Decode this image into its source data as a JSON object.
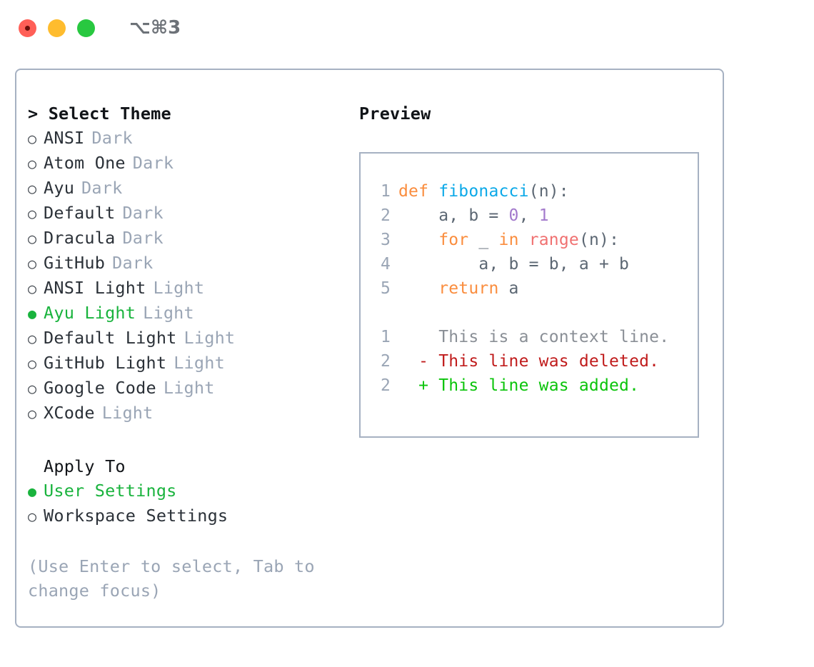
{
  "titlebar": {
    "shortcut": "⌥⌘3",
    "lights": [
      {
        "name": "close",
        "color": "#ff5f57"
      },
      {
        "name": "minimize",
        "color": "#febc2e"
      },
      {
        "name": "maximize",
        "color": "#28c840"
      }
    ]
  },
  "theme_picker": {
    "title": "> Select Theme",
    "bullet_selected": "●",
    "bullet_unselected": "○",
    "selected_color": "#19b33d",
    "muted_color": "#9aa5b5",
    "options": [
      {
        "label": "ANSI",
        "kind": "Dark",
        "selected": false
      },
      {
        "label": "Atom One",
        "kind": "Dark",
        "selected": false
      },
      {
        "label": "Ayu",
        "kind": "Dark",
        "selected": false
      },
      {
        "label": "Default",
        "kind": "Dark",
        "selected": false
      },
      {
        "label": "Dracula",
        "kind": "Dark",
        "selected": false
      },
      {
        "label": "GitHub",
        "kind": "Dark",
        "selected": false
      },
      {
        "label": "ANSI Light",
        "kind": "Light",
        "selected": false
      },
      {
        "label": "Ayu Light",
        "kind": "Light",
        "selected": true
      },
      {
        "label": "Default Light",
        "kind": "Light",
        "selected": false
      },
      {
        "label": "GitHub Light",
        "kind": "Light",
        "selected": false
      },
      {
        "label": "Google Code",
        "kind": "Light",
        "selected": false
      },
      {
        "label": "XCode",
        "kind": "Light",
        "selected": false
      }
    ]
  },
  "apply_to": {
    "title": "Apply To",
    "options": [
      {
        "label": "User Settings",
        "selected": true
      },
      {
        "label": "Workspace Settings",
        "selected": false
      }
    ]
  },
  "hint": "(Use Enter to select, Tab to change focus)",
  "preview": {
    "title": "Preview",
    "code_lines": [
      {
        "lineno": "1",
        "tokens": [
          {
            "text": "def ",
            "type": "kw"
          },
          {
            "text": "fibonacci",
            "type": "fn"
          },
          {
            "text": "(n):",
            "type": "plain"
          }
        ]
      },
      {
        "lineno": "2",
        "tokens": [
          {
            "text": "    a, b = ",
            "type": "plain"
          },
          {
            "text": "0",
            "type": "num"
          },
          {
            "text": ", ",
            "type": "plain"
          },
          {
            "text": "1",
            "type": "num"
          }
        ]
      },
      {
        "lineno": "3",
        "tokens": [
          {
            "text": "    ",
            "type": "plain"
          },
          {
            "text": "for",
            "type": "kw"
          },
          {
            "text": " _ ",
            "type": "plain"
          },
          {
            "text": "in",
            "type": "kw"
          },
          {
            "text": " ",
            "type": "plain"
          },
          {
            "text": "range",
            "type": "call"
          },
          {
            "text": "(n):",
            "type": "plain"
          }
        ]
      },
      {
        "lineno": "4",
        "tokens": [
          {
            "text": "        a, b = b, a + b",
            "type": "plain"
          }
        ]
      },
      {
        "lineno": "5",
        "tokens": [
          {
            "text": "    ",
            "type": "plain"
          },
          {
            "text": "return",
            "type": "kw"
          },
          {
            "text": " a",
            "type": "plain"
          }
        ]
      }
    ],
    "diff_lines": [
      {
        "lineno": "1",
        "marker": " ",
        "text": "This is a context line.",
        "type": "ctx"
      },
      {
        "lineno": "2",
        "marker": "-",
        "text": "This line was deleted.",
        "type": "del"
      },
      {
        "lineno": "2",
        "marker": "+",
        "text": "This line was added.",
        "type": "add"
      }
    ],
    "colors": {
      "keyword": "#fa8d3e",
      "function": "#0ca9e8",
      "number": "#a37acc",
      "call": "#f07171",
      "plain": "#5c6773",
      "lineno": "#9aa5b5",
      "diff_context": "#8a8f96",
      "diff_deleted": "#c01c1c",
      "diff_added": "#0bc40b",
      "border": "#a6b1c2"
    }
  }
}
